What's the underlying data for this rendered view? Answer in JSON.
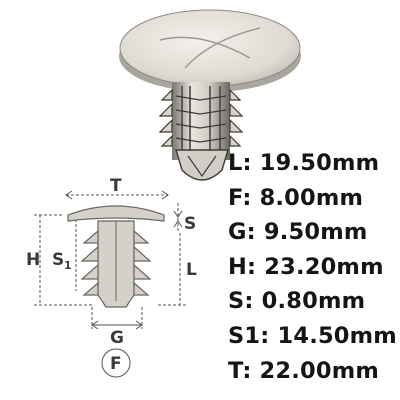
{
  "diagram": {
    "labels": {
      "t": "T",
      "h": "H",
      "s1_main": "S",
      "s1_sub": "1",
      "s": "S",
      "l": "L",
      "g": "G",
      "f": "F"
    },
    "specs": [
      "L: 19.50mm",
      "F: 8.00mm",
      "G: 9.50mm",
      "H: 23.20mm",
      "S: 0.80mm",
      "S1: 14.50mm",
      "T: 22.00mm"
    ]
  }
}
